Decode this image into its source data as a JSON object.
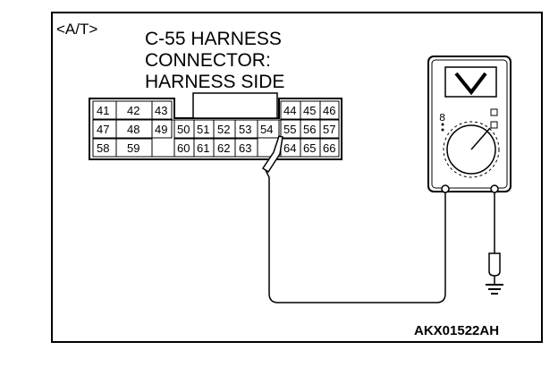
{
  "diagram": {
    "mode_label": "<A/T>",
    "title_lines": [
      "C-55 HARNESS",
      "CONNECTOR:",
      "HARNESS SIDE"
    ],
    "pins_row1": [
      "41",
      "42",
      "43",
      "44",
      "45",
      "46"
    ],
    "pins_row2": [
      "47",
      "48",
      "49",
      "50",
      "51",
      "52",
      "53",
      "54",
      "55",
      "56",
      "57"
    ],
    "pins_row3": [
      "58",
      "59",
      "60",
      "61",
      "62",
      "63",
      "64",
      "65",
      "66"
    ],
    "figure_code": "AKX01522AH",
    "meter": {
      "display_symbol": "V",
      "mode_symbol": "8"
    },
    "colors": {
      "line": "#000000",
      "background": "#ffffff"
    }
  }
}
